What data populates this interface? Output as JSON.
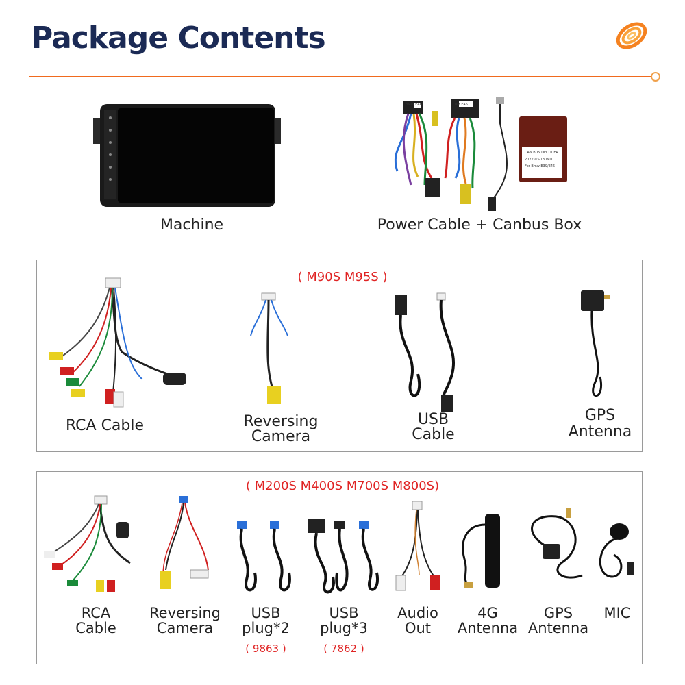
{
  "header": {
    "title": "Package Contents"
  },
  "top_items": [
    {
      "label": "Machine"
    },
    {
      "label": "Power Cable + Canbus Box"
    }
  ],
  "group1": {
    "models": "( M90S M95S )",
    "items": [
      {
        "label": "RCA Cable"
      },
      {
        "label_line1": "Reversing",
        "label_line2": "Camera"
      },
      {
        "label_line1": "USB",
        "label_line2": "Cable"
      },
      {
        "label_line1": "GPS",
        "label_line2": "Antenna"
      }
    ]
  },
  "group2": {
    "models": "( M200S M400S M700S M800S)",
    "items": [
      {
        "label_line1": "RCA",
        "label_line2": "Cable"
      },
      {
        "label_line1": "Reversing",
        "label_line2": "Camera"
      },
      {
        "label_line1": "USB",
        "label_line2": "plug*2",
        "code": "( 9863 )"
      },
      {
        "label_line1": "USB",
        "label_line2": "plug*3",
        "code": "( 7862 )"
      },
      {
        "label_line1": "Audio",
        "label_line2": "Out"
      },
      {
        "label_line1": "4G",
        "label_line2": "Antenna"
      },
      {
        "label_line1": "GPS",
        "label_line2": "Antenna"
      },
      {
        "label": "MIC"
      }
    ]
  },
  "canbus_box": {
    "text_line1": "CAN BUS DECODER",
    "text_line2": "2022-03-18 IMIT",
    "text_line3": "For Bmw E39/E46"
  },
  "connector_labels": {
    "plug_left": "BMW E46",
    "plug_right": "BM E46"
  },
  "colors": {
    "title": "#1b2a55",
    "accent_orange": "#f06a1e",
    "model_red": "#e02424"
  }
}
